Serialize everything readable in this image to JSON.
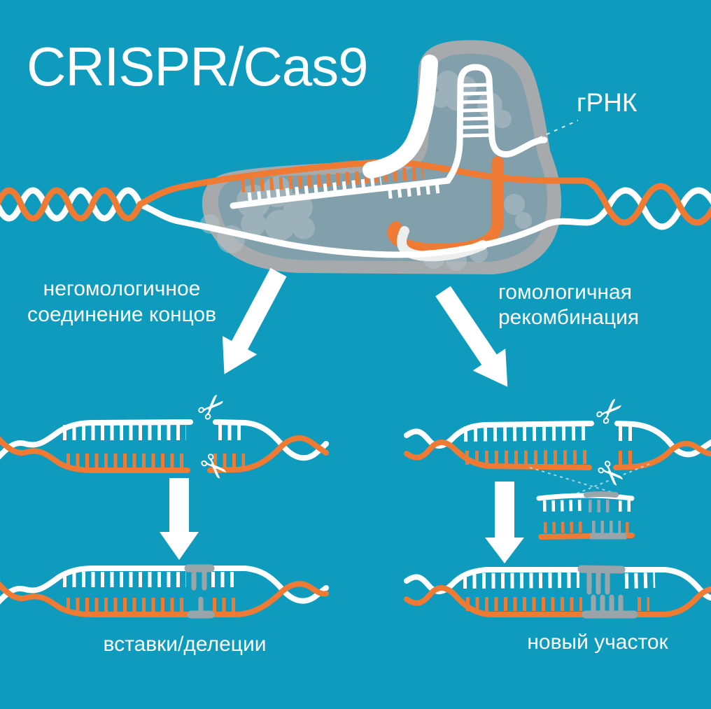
{
  "title": "CRISPR/Cas9",
  "complex": {
    "grna_label": "гРНК"
  },
  "branches": {
    "left": {
      "label": "негомологичное\nсоединение концов",
      "result_label": "вставки/делеции"
    },
    "right": {
      "label": "гомологичная\nрекомбинация",
      "result_label": "новый участок"
    }
  },
  "icons": {
    "scissors_glyph": "✂"
  },
  "colors": {
    "background": "#0e9bbd",
    "dna_orange": "#ee7a33",
    "dna_white": "#ffffff",
    "cas9_body_gray": "#a6aaac",
    "cas9_inner": "#7f9eac",
    "insert_gray": "#9aa5aa"
  }
}
